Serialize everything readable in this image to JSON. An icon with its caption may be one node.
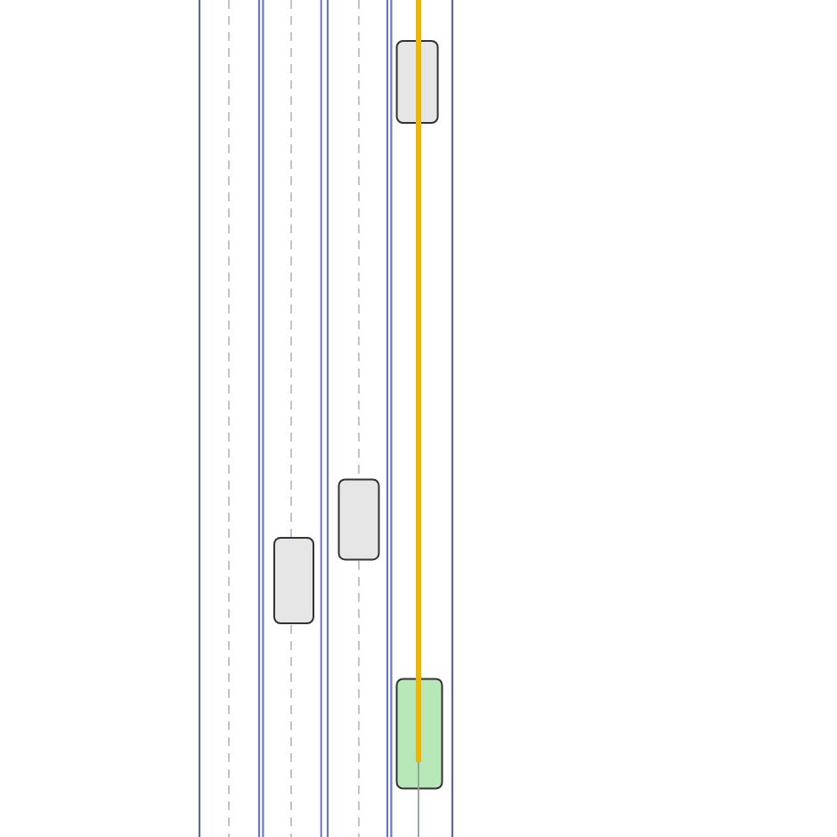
{
  "diagram": {
    "nodes": [
      {
        "text": [],
        "shape": "box"
      },
      {
        "text": [],
        "shape": "box"
      },
      {
        "text": [],
        "shape": "box"
      },
      {
        "text": [],
        "shape": "box"
      }
    ],
    "edges": [
      {
        "from": 3,
        "to": null,
        "arrow": "none",
        "style": "thick",
        "color": "#eeb400"
      },
      {
        "from": 3,
        "to": null,
        "arrow": "none",
        "color": "#8fa398"
      }
    ]
  }
}
